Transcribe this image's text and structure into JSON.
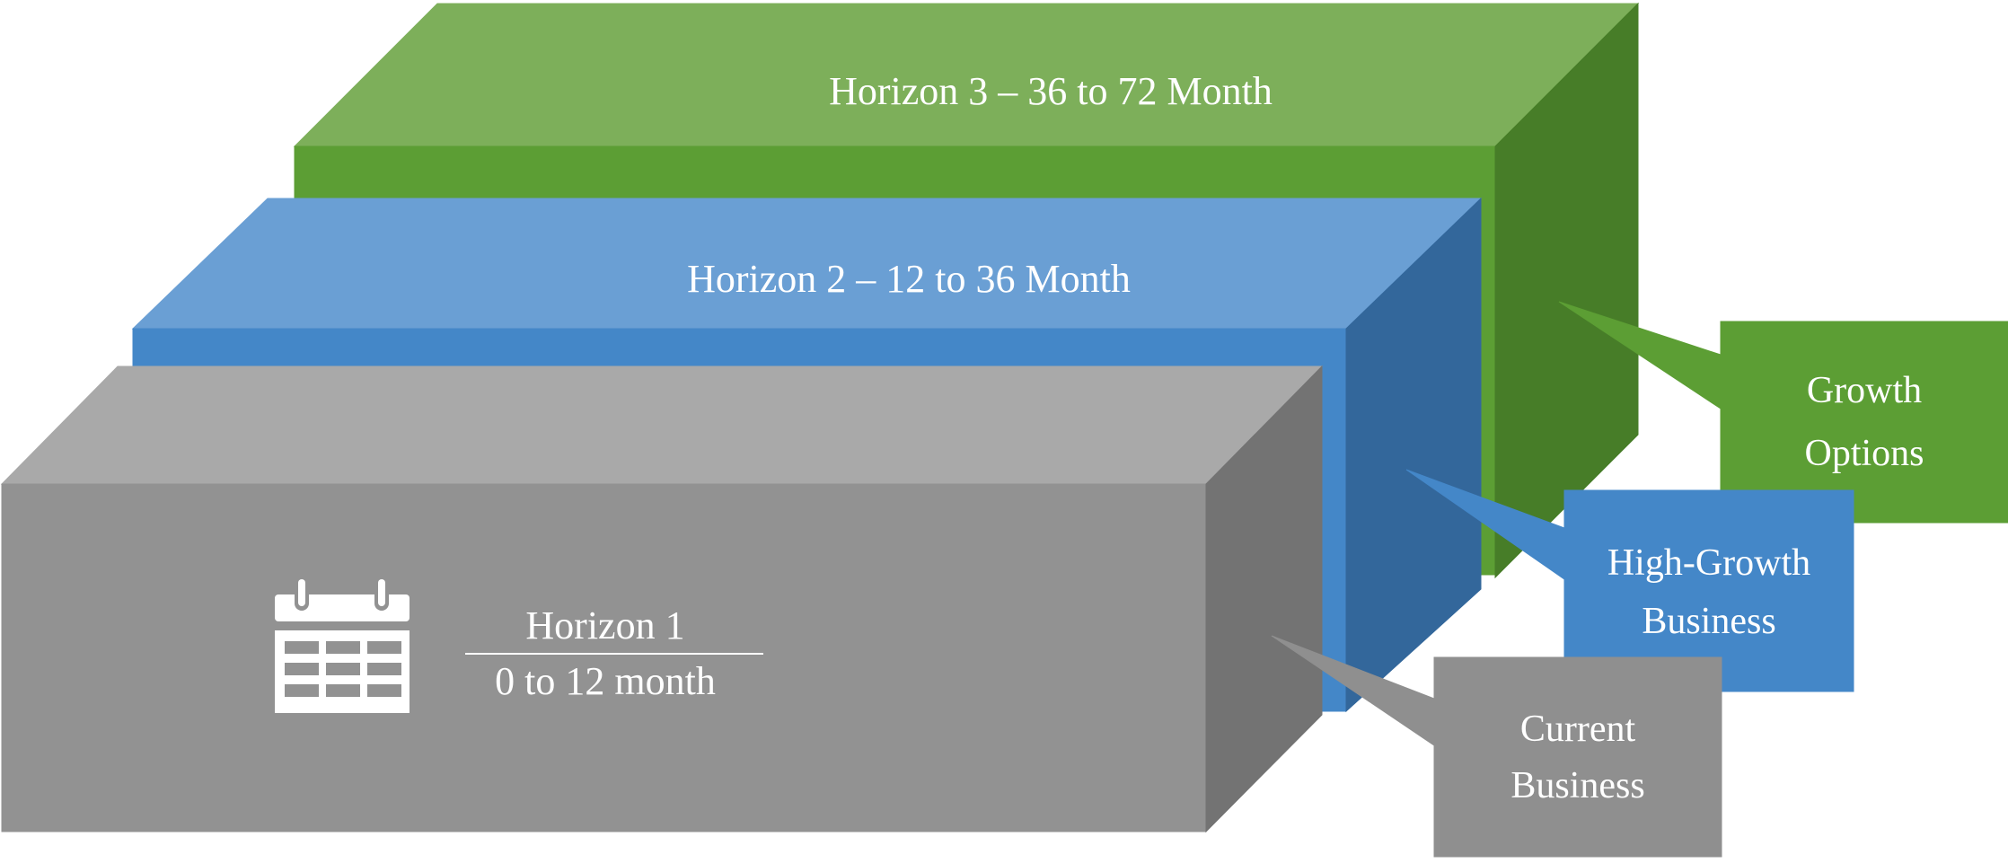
{
  "horizon3": {
    "title": "Horizon 3 – 36 to 72 Month",
    "colors": {
      "top": "#7daf5a",
      "front": "#5c9e34",
      "side": "#477d28"
    }
  },
  "horizon2": {
    "title": "Horizon 2 – 12 to 36 Month",
    "colors": {
      "top": "#6a9fd4",
      "front": "#4487c8",
      "side": "#33679b"
    }
  },
  "horizon1": {
    "title": "Horizon 1",
    "subtitle": "0 to 12 month",
    "icon": "calendar-icon",
    "colors": {
      "top": "#a9a9a9",
      "front": "#929292",
      "side": "#737373"
    }
  },
  "callouts": {
    "growth_options": {
      "line1": "Growth",
      "line2": "Options",
      "color": "#5c9e34"
    },
    "high_growth": {
      "line1": "High-Growth",
      "line2": "Business",
      "color": "#4487c8"
    },
    "current_business": {
      "line1": "Current",
      "line2": "Business",
      "color": "#8f8f8f"
    }
  }
}
